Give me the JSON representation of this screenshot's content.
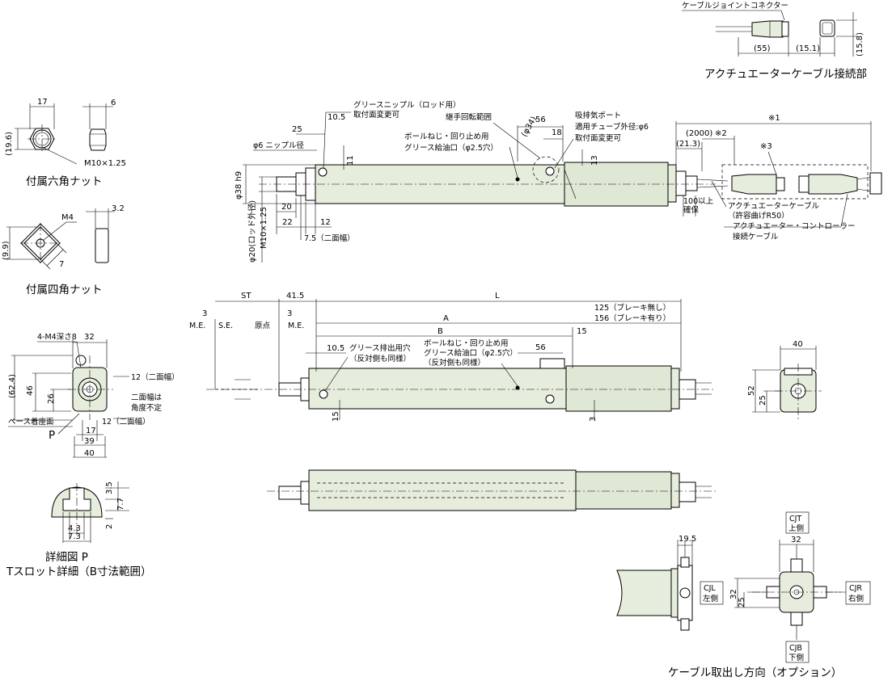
{
  "captions": {
    "connector_section": "アクチュエーターケーブル接続部",
    "hex_nut": "付属六角ナット",
    "square_nut": "付属四角ナット",
    "detail_p": "詳細図 P",
    "t_slot": "Tスロット詳細（B寸法範囲）",
    "cable_exit": "ケーブル取出し方向（オプション）"
  },
  "labels": {
    "cable_joint_connector": "ケーブルジョイントコネクター",
    "grease_nipple": "グリースニップル（ロッド用）",
    "grease_nipple_2": "取付面変更可",
    "joint_rotation": "継手回転範囲",
    "ballscrew_1": "ボールねじ・回り止め用",
    "ballscrew_2": "グリース給油口（φ2.5穴）",
    "exhaust_1": "吸排気ポート",
    "exhaust_2": "適用チューブ外径:φ6",
    "exhaust_3": "取付面変更可",
    "nipple_dia": "φ6 ニップル径",
    "rod_dia": "φ20(ロッド外径)",
    "rod_thread": "M10×1.25",
    "two_face_width": "7.5（二面幅）",
    "act_cable_1": "アクチュエーターケーブル",
    "act_cable_2": "（許容曲げR50）",
    "ctrl_cable_1": "アクチュエーター・コントローラー",
    "ctrl_cable_2": "接続ケーブル",
    "note1": "※1",
    "note2": "※2",
    "note3": "※3",
    "clearance_1": "100以上",
    "clearance_2": "確保",
    "me": "M.E.",
    "se": "S.E.",
    "origin": "原点",
    "brake_no": "125（ブレーキ無し）",
    "brake_yes": "156（ブレーキ有り）",
    "grease_exhaust_1": "グリース排出用穴",
    "grease_exhaust_2": "（反対側も同様）",
    "ballscrew_3": "（反対側も同様）",
    "tap": "4-M4深さ8",
    "two_face_12a": "12（二面幅）",
    "two_face_note_1": "二面幅は",
    "two_face_note_2": "角度不定",
    "two_face_12b": "12（二面幅）",
    "base_face": "ベース着座面",
    "detail_mark": "P",
    "hex_thread": "M10×1.25",
    "sq_thread": "M4",
    "cjt_1": "CJT",
    "cjt_2": "上側",
    "cjl_1": "CJL",
    "cjl_2": "左側",
    "cjr_1": "CJR",
    "cjr_2": "右側",
    "cjb_1": "CJB",
    "cjb_2": "下側"
  },
  "dimensions": {
    "conn_55": "(55)",
    "conn_151": "(15.1)",
    "conn_158": "(15.8)",
    "hex_17": "17",
    "hex_196": "(19.6)",
    "hex_6": "6",
    "sq_32": "3.2",
    "sq_99": "(9.9)",
    "sq_7": "7",
    "d_105": "10.5",
    "d_25": "25",
    "d_11": "11",
    "d_56": "56",
    "d_18": "18",
    "d_34": "(φ34)",
    "d_13": "13",
    "d_213": "(21.3)",
    "d_2000": "(2000)",
    "d_38": "φ38 h9",
    "d_20": "20",
    "d_22": "22",
    "d_12": "12",
    "st": "ST",
    "d_415": "41.5",
    "l": "L",
    "d_3a": "3",
    "d_3b": "3",
    "a": "A",
    "b": "B",
    "d_15": "15",
    "d_105b": "10.5",
    "d_56b": "56",
    "d_15b": "15",
    "d_3c": "3",
    "d_40": "40",
    "d_52": "52",
    "e_32": "32",
    "e_624": "(62.4)",
    "e_46": "46",
    "e_26": "26",
    "e_17": "17",
    "e_39": "39",
    "e_40": "40",
    "p_35": "3.5",
    "p_77": "7.7",
    "p_2": "2",
    "p_43": "4.3",
    "p_73": "7.3",
    "c_195": "19.5",
    "c_32": "32",
    "c_32v": "32",
    "c_25": "25"
  },
  "colors": {
    "body_fill": "#e6eddc",
    "line": "#000000",
    "background": "#ffffff"
  }
}
